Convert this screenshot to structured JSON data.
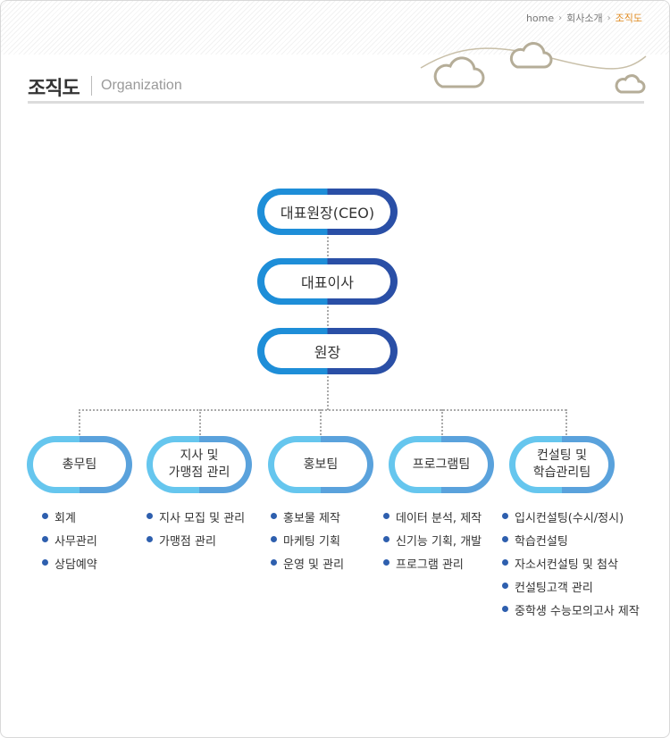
{
  "breadcrumb": {
    "items": [
      "home",
      "회사소개"
    ],
    "current": "조직도"
  },
  "header": {
    "title": "조직도",
    "subtitle": "Organization"
  },
  "org": {
    "ceo": "대표원장(CEO)",
    "director": "대표이사",
    "head": "원장",
    "teams": [
      {
        "name": "총무팀",
        "duties": [
          "회계",
          "사무관리",
          "상담예약"
        ]
      },
      {
        "name_line1": "지사 및",
        "name_line2": "가맹점 관리",
        "duties": [
          "지사 모집 및 관리",
          "가맹점 관리"
        ]
      },
      {
        "name": "홍보팀",
        "duties": [
          "홍보물 제작",
          "마케팅 기획",
          "운영 및 관리"
        ]
      },
      {
        "name": "프로그램팀",
        "duties": [
          "데이터 분석, 제작",
          "신기능 기획, 개발",
          "프로그램 관리"
        ]
      },
      {
        "name_line1": "컨설팅 및",
        "name_line2": "학습관리팀",
        "duties": [
          "입시컨설팅(수시/정시)",
          "학습컨설팅",
          "자소서컨설팅 및 첨삭",
          "컨설팅고객 관리",
          "중학생 수능모의고사 제작"
        ]
      }
    ]
  },
  "colors": {
    "top_left": "#1e8ed8",
    "top_right": "#2a4fa6",
    "team_left": "#66c6ee",
    "team_right": "#5aa2dc",
    "bullet": "#2e5fae",
    "breadcrumb_current": "#e08a1e"
  },
  "icons": [
    "cloud-icon",
    "chevron-right-icon"
  ]
}
